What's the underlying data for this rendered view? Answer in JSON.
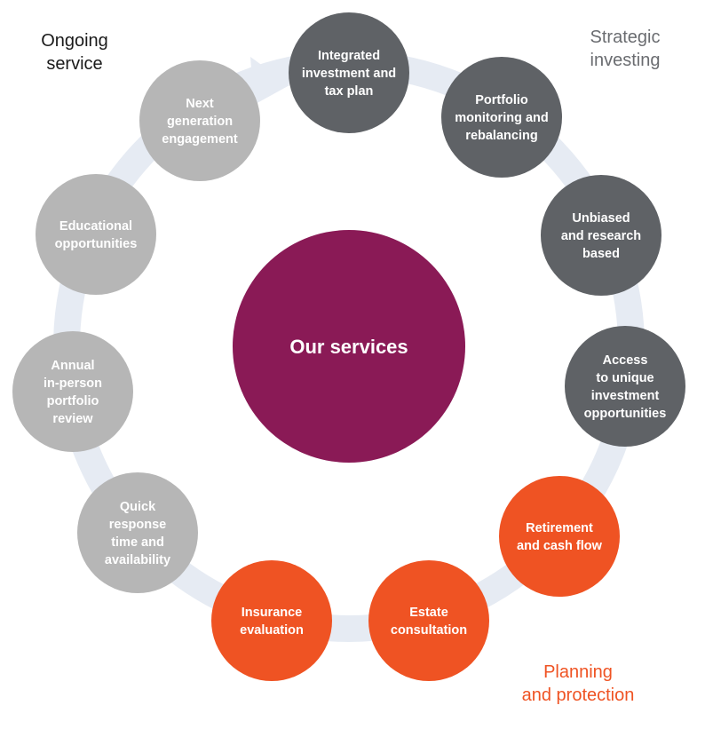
{
  "colors": {
    "ring": "#e6ebf3",
    "strategic": "#5f6266",
    "planning": "#ef5323",
    "ongoing": "#b6b6b6",
    "center": "#8a1a56",
    "ongoing_label": "#1a1a1a",
    "strategic_label": "#6a6c70",
    "planning_label": "#ef5323"
  },
  "center": {
    "title": "Our services"
  },
  "groups": {
    "ongoing": {
      "lines": [
        "Ongoing",
        "service"
      ]
    },
    "strategic": {
      "lines": [
        "Strategic",
        "investing"
      ]
    },
    "planning": {
      "lines": [
        "Planning",
        "and protection"
      ]
    }
  },
  "nodes": [
    {
      "id": "integrated-plan",
      "group": "strategic",
      "lines": [
        "Integrated",
        "investment and",
        "tax plan"
      ]
    },
    {
      "id": "portfolio-monitoring",
      "group": "strategic",
      "lines": [
        "Portfolio",
        "monitoring and",
        "rebalancing"
      ]
    },
    {
      "id": "unbiased-research",
      "group": "strategic",
      "lines": [
        "Unbiased",
        "and research",
        "based"
      ]
    },
    {
      "id": "unique-opportunities",
      "group": "strategic",
      "lines": [
        "Access",
        "to unique",
        "investment",
        "opportunities"
      ]
    },
    {
      "id": "retirement",
      "group": "planning",
      "lines": [
        "Retirement",
        "and cash flow"
      ]
    },
    {
      "id": "estate",
      "group": "planning",
      "lines": [
        "Estate",
        "consultation"
      ]
    },
    {
      "id": "insurance",
      "group": "planning",
      "lines": [
        "Insurance",
        "evaluation"
      ]
    },
    {
      "id": "quick-response",
      "group": "ongoing",
      "lines": [
        "Quick",
        "response",
        "time and",
        "availability"
      ]
    },
    {
      "id": "annual-review",
      "group": "ongoing",
      "lines": [
        "Annual",
        "in-person",
        "portfolio",
        "review"
      ]
    },
    {
      "id": "educational",
      "group": "ongoing",
      "lines": [
        "Educational",
        "opportunities"
      ]
    },
    {
      "id": "next-generation",
      "group": "ongoing",
      "lines": [
        "Next",
        "generation",
        "engagement"
      ]
    }
  ]
}
